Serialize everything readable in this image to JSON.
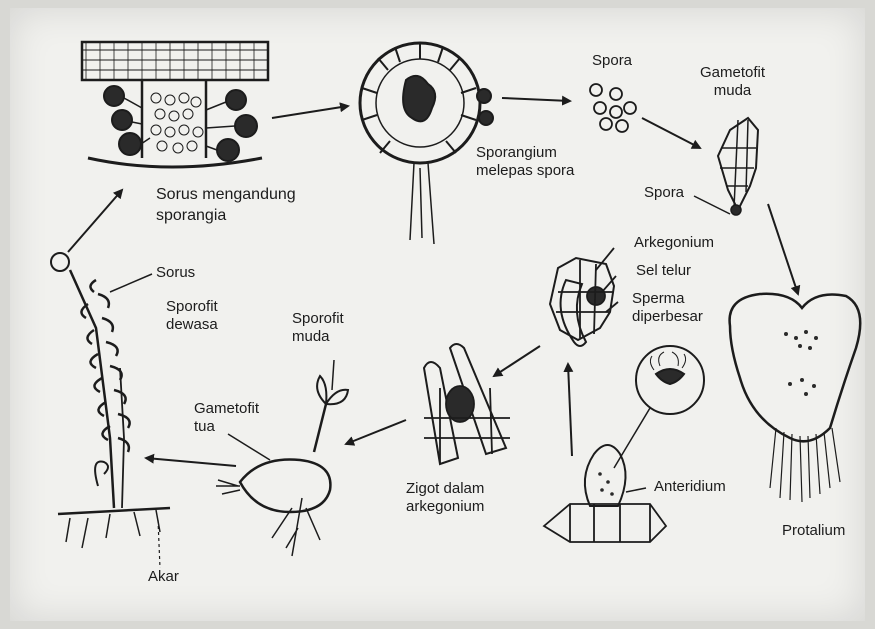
{
  "labels": {
    "sorus_sporangia_1": "Sorus mengandung",
    "sorus_sporangia_2": "sporangia",
    "sporangium_1": "Sporangium",
    "sporangium_2": "melepas spora",
    "spora_top": "Spora",
    "gametofit_muda_1": "Gametofit",
    "gametofit_muda_2": "muda",
    "spora_side": "Spora",
    "arkegonium": "Arkegonium",
    "sel_telur": "Sel telur",
    "sperma_1": "Sperma",
    "sperma_2": "diperbesar",
    "protalium": "Protalium",
    "anteridium": "Anteridium",
    "zigot_1": "Zigot dalam",
    "zigot_2": "arkegonium",
    "gametofit_tua_1": "Gametofit",
    "gametofit_tua_2": "tua",
    "sporofit_muda_1": "Sporofit",
    "sporofit_muda_2": "muda",
    "sorus": "Sorus",
    "sporofit_dewasa_1": "Sporofit",
    "sporofit_dewasa_2": "dewasa",
    "akar": "Akar"
  },
  "colors": {
    "ink": "#1c1c1c",
    "paper": "#f1f1ee"
  }
}
